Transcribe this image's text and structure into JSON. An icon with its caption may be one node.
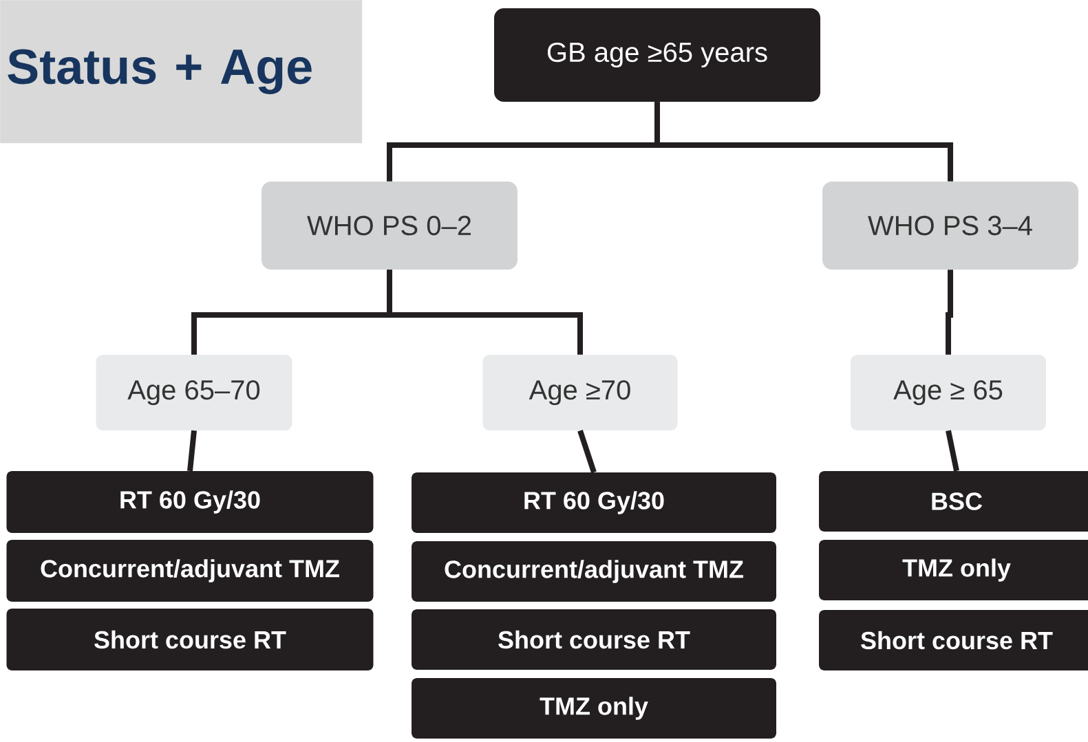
{
  "diagram": {
    "title": "Status + Age",
    "nodes": [
      {
        "text": [
          "GB age ≥65 years"
        ]
      },
      {
        "text": [
          "WHO PS 0–2"
        ]
      },
      {
        "text": [
          "WHO PS 3–4"
        ]
      },
      {
        "text": [
          "Age 65–70"
        ]
      },
      {
        "text": [
          "Age ≥70"
        ]
      },
      {
        "text": [
          "Age ≥ 65"
        ]
      },
      {
        "text": [
          "RT 60 Gy/30"
        ]
      },
      {
        "text": [
          "Concurrent/adjuvant TMZ"
        ]
      },
      {
        "text": [
          "Short course RT"
        ]
      },
      {
        "text": [
          "RT 60 Gy/30"
        ]
      },
      {
        "text": [
          "Concurrent/adjuvant TMZ"
        ]
      },
      {
        "text": [
          "Short course RT"
        ]
      },
      {
        "text": [
          "TMZ only"
        ]
      },
      {
        "text": [
          "BSC"
        ]
      },
      {
        "text": [
          "TMZ only"
        ]
      },
      {
        "text": [
          "Short course RT"
        ]
      }
    ],
    "edges": [
      {
        "from": 0,
        "to": 1,
        "arrow": "none"
      },
      {
        "from": 0,
        "to": 2,
        "arrow": "none"
      },
      {
        "from": 1,
        "to": 3,
        "arrow": "none"
      },
      {
        "from": 1,
        "to": 4,
        "arrow": "none"
      },
      {
        "from": 2,
        "to": 5,
        "arrow": "none"
      },
      {
        "from": 3,
        "to": 6,
        "arrow": "none"
      },
      {
        "from": 4,
        "to": 9,
        "arrow": "none"
      },
      {
        "from": 5,
        "to": 13,
        "arrow": "none"
      }
    ]
  }
}
